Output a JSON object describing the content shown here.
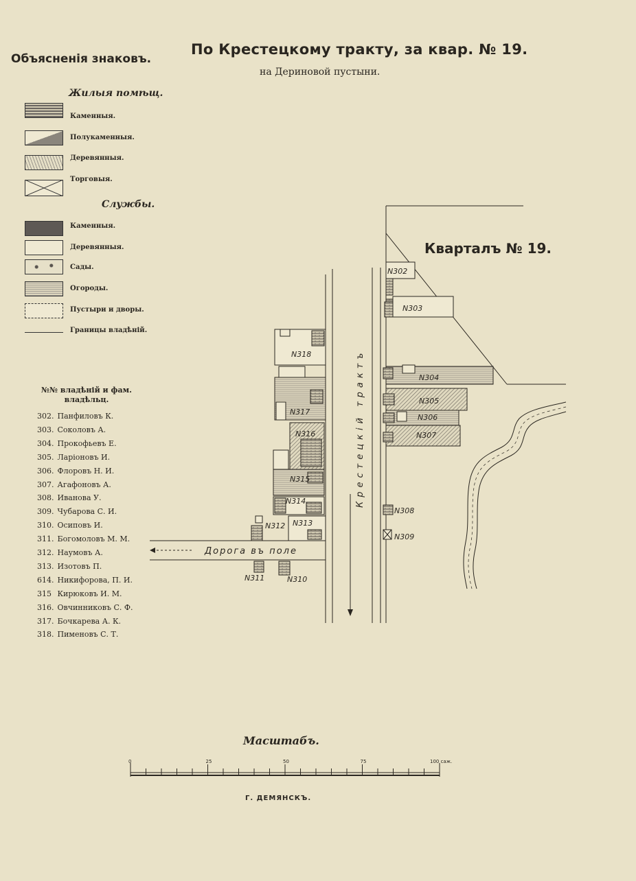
{
  "header": {
    "title": "По Крестецкому тракту, за квар. № 19.",
    "subtitle": "на Дериновой пустыни."
  },
  "legend": {
    "title": "Объясненія знаковъ.",
    "living_title": "Жилыя помѣщ.",
    "living_items": [
      {
        "label": "Каменныя."
      },
      {
        "label": "Полукаменныя."
      },
      {
        "label": "Деревянныя."
      },
      {
        "label": "Торговыя."
      }
    ],
    "service_title": "Службы.",
    "service_items": [
      {
        "label": "Каменныя."
      },
      {
        "label": "Деревянныя."
      },
      {
        "label": "Сады."
      },
      {
        "label": "Огороды."
      },
      {
        "label": "Пустыри и дворы."
      },
      {
        "label": "Границы владѣній."
      }
    ]
  },
  "owners": {
    "header": "№№ владѣній и фам. владѣльц.",
    "items": [
      {
        "num": "302.",
        "name": "Панфиловъ К."
      },
      {
        "num": "303.",
        "name": "Соколовъ А."
      },
      {
        "num": "304.",
        "name": "Прокофьевъ Е."
      },
      {
        "num": "305.",
        "name": "Ларіоновъ И."
      },
      {
        "num": "306.",
        "name": "Флоровъ Н. И."
      },
      {
        "num": "307.",
        "name": "Агафоновъ А."
      },
      {
        "num": "308.",
        "name": "Иванова У."
      },
      {
        "num": "309.",
        "name": "Чубарова С. И."
      },
      {
        "num": "310.",
        "name": "Осиповъ И."
      },
      {
        "num": "311.",
        "name": "Богомоловъ М. М."
      },
      {
        "num": "312.",
        "name": "Наумовъ А."
      },
      {
        "num": "313.",
        "name": "Изотовъ П."
      },
      {
        "num": "614.",
        "name": "Никифорова, П. И."
      },
      {
        "num": "315",
        "name": "Кирюковъ И. М."
      },
      {
        "num": "316.",
        "name": "Овчинниковъ С. Ф."
      },
      {
        "num": "317.",
        "name": "Бочкарева А. К."
      },
      {
        "num": "318.",
        "name": "Пименовъ С. Т."
      }
    ]
  },
  "map": {
    "quarter_label": "Кварталъ № 19.",
    "road_label": "Крестецкій трактъ",
    "field_road_label": "Дорога въ поле",
    "plots": {
      "p302": "N302",
      "p303": "N303",
      "p304": "N304",
      "p305": "N305",
      "p306": "N306",
      "p307": "N307",
      "p308": "N308",
      "p309": "N309",
      "p310": "N310",
      "p311": "N311",
      "p312": "N312",
      "p313": "N313",
      "p314": "N314",
      "p315": "N315",
      "p316": "N316",
      "p317": "N317",
      "p318": "N318"
    }
  },
  "scale": {
    "title": "Масштабъ.",
    "ticks": [
      "0",
      "25",
      "50",
      "75",
      "100 саж."
    ]
  },
  "footer": {
    "city": "Г. ДЕМЯНСКЪ."
  },
  "colors": {
    "paper": "#e9e2c8",
    "ink": "#2a2620"
  }
}
